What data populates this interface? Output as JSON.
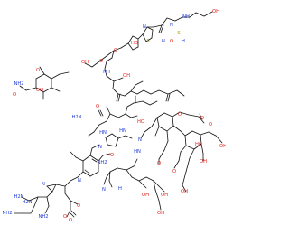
{
  "structure": {
    "kind": "2D chemical structure drawing",
    "label_colors": {
      "O": "#e2231a",
      "N": "#1f3bd6",
      "S": "#b29a00",
      "C": "#222222"
    },
    "atom_labels": [
      {
        "text": "OH",
        "el": "O"
      },
      {
        "text": "NH",
        "el": "N"
      },
      {
        "text": "N",
        "el": "N"
      },
      {
        "text": "S",
        "el": "S"
      },
      {
        "text": "O",
        "el": "O"
      },
      {
        "text": "H",
        "el": "N"
      },
      {
        "text": "S",
        "el": "S"
      },
      {
        "text": "N",
        "el": "N"
      },
      {
        "text": "HO",
        "el": "O"
      },
      {
        "text": "O",
        "el": "O"
      },
      {
        "text": "N",
        "el": "N"
      },
      {
        "text": "OH",
        "el": "O"
      },
      {
        "text": "O",
        "el": "O"
      },
      {
        "text": "O",
        "el": "O"
      },
      {
        "text": "NH",
        "el": "N"
      },
      {
        "text": "OH",
        "el": "O"
      },
      {
        "text": "NH2",
        "el": "N"
      },
      {
        "text": "O",
        "el": "O"
      },
      {
        "text": "OH",
        "el": "O"
      },
      {
        "text": "O",
        "el": "O"
      },
      {
        "text": "H2N",
        "el": "N"
      },
      {
        "text": "HO",
        "el": "O"
      },
      {
        "text": "O",
        "el": "O"
      },
      {
        "text": "O",
        "el": "O"
      },
      {
        "text": "O",
        "el": "O"
      },
      {
        "text": "HO",
        "el": "O"
      },
      {
        "text": "OH",
        "el": "O"
      },
      {
        "text": "OH",
        "el": "O"
      },
      {
        "text": "HN",
        "el": "N"
      },
      {
        "text": "HN",
        "el": "N"
      },
      {
        "text": "N",
        "el": "N"
      },
      {
        "text": "NH2",
        "el": "N"
      },
      {
        "text": "N",
        "el": "N"
      },
      {
        "text": "O",
        "el": "O"
      },
      {
        "text": "O",
        "el": "O"
      },
      {
        "text": "HN",
        "el": "N"
      },
      {
        "text": "O",
        "el": "O"
      },
      {
        "text": "N",
        "el": "N"
      },
      {
        "text": "OH",
        "el": "O"
      },
      {
        "text": "N",
        "el": "N"
      },
      {
        "text": "OH",
        "el": "O"
      },
      {
        "text": "OH",
        "el": "O"
      },
      {
        "text": "H2N",
        "el": "N"
      },
      {
        "text": "N",
        "el": "N"
      },
      {
        "text": "H",
        "el": "N"
      },
      {
        "text": "OH",
        "el": "O"
      },
      {
        "text": "O",
        "el": "O"
      },
      {
        "text": "NH2",
        "el": "N"
      },
      {
        "text": "O",
        "el": "O"
      },
      {
        "text": "H2N",
        "el": "N"
      },
      {
        "text": "NH2",
        "el": "N"
      },
      {
        "text": "O",
        "el": "O"
      }
    ]
  }
}
